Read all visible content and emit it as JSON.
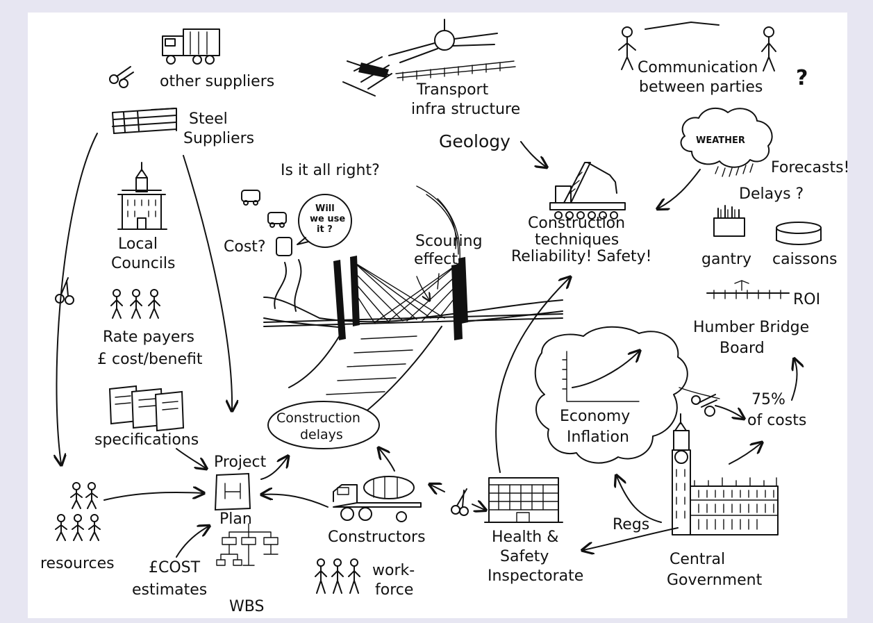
{
  "labels": {
    "other_suppliers": "other suppliers",
    "transport_1": "Transport",
    "transport_2": "infra structure",
    "communication_1": "Communication",
    "communication_2": "between parties",
    "question_mark": "?",
    "steel_1": "Steel",
    "steel_2": "Suppliers",
    "geology": "Geology",
    "weather": "WEATHER",
    "forecasts": "Forecasts!",
    "delays": "Delays ?",
    "is_it_all_right": "Is it all right?",
    "will_we_1": "Will",
    "will_we_2": "we use",
    "will_we_3": "it ?",
    "cost_q": "Cost?",
    "scouring_1": "Scouring",
    "scouring_2": "effect",
    "construction_tech_1": "Construction",
    "construction_tech_2": "techniques",
    "construction_tech_3": "Reliability! Safety!",
    "gantry": "gantry",
    "caissons": "caissons",
    "local_1": "Local",
    "local_2": "Councils",
    "rate_1": "Rate payers",
    "rate_2": "£ cost/benefit",
    "roi": "ROI",
    "humber_1": "Humber Bridge",
    "humber_2": "Board",
    "specifications": "specifications",
    "economy_1": "Economy",
    "economy_2": "Inflation",
    "pct_1": "75%",
    "pct_2": "of costs",
    "construction_delays_1": "Construction",
    "construction_delays_2": "delays",
    "project": "Project",
    "plan": "Plan",
    "resources": "resources",
    "constructors": "Constructors",
    "hs_1": "Health &",
    "hs_2": "Safety",
    "hs_3": "Inspectorate",
    "regs": "Regs",
    "central_1": "Central",
    "central_2": "Government",
    "cost_est_1": "£COST",
    "cost_est_2": "estimates",
    "wbs": "WBS",
    "work_1": "work-",
    "work_2": "force"
  },
  "icons": [
    "scissors-icon",
    "truck-icon",
    "roundabout-icon",
    "people-icon",
    "steel-beams-icon",
    "town-hall-icon",
    "crane-icon",
    "cloud-icon",
    "bridge-icon",
    "document-icon",
    "chart-icon",
    "big-ben-icon",
    "office-building-icon",
    "cement-truck-icon",
    "tree-chart-icon"
  ],
  "colors": {
    "ink": "#111111",
    "paper": "#ffffff",
    "background": "#e7e6f2"
  }
}
